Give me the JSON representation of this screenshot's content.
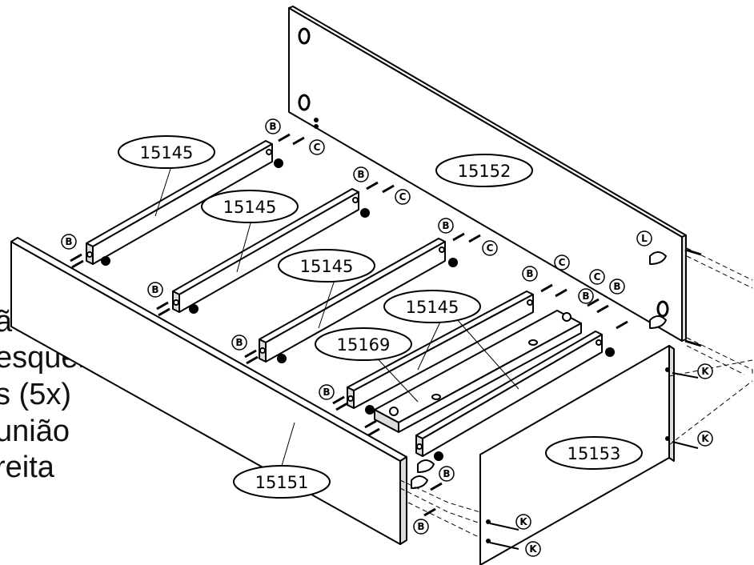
{
  "side_text": [
    "ão",
    "esquerda",
    "s (5x)",
    "união",
    "reita"
  ],
  "part_labels": {
    "rail_1": "15145",
    "rail_2": "15145",
    "rail_3": "15145",
    "rail_4": "15145",
    "back_panel": "15152",
    "center_bar": "15169",
    "front_panel": "15151",
    "side_panel": "15153"
  },
  "hardware_letters": {
    "b": "B",
    "c": "C",
    "k": "K",
    "l": "L"
  }
}
